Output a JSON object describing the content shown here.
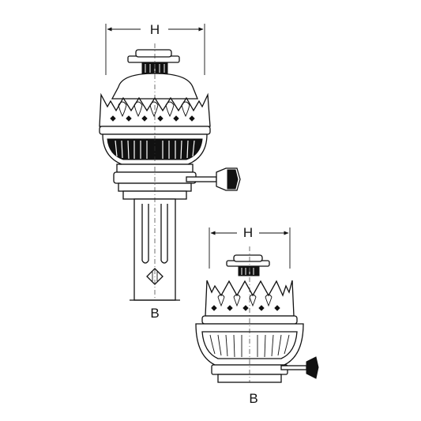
{
  "labels": {
    "top_width": "H",
    "top_base": "B",
    "bottom_width": "H",
    "bottom_base": "B"
  }
}
